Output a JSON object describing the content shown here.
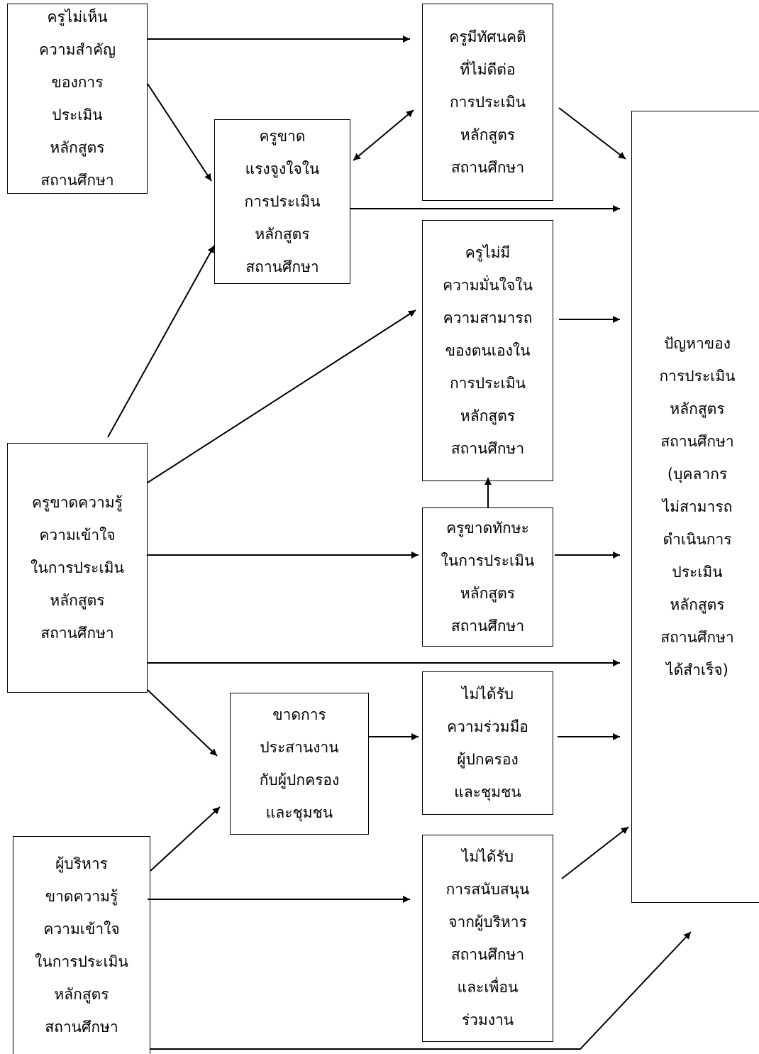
{
  "diagram": {
    "nodes": {
      "teacher_not_see_importance": "ครูไม่เห็น\nความสำคัญ\nของการ\nประเมิน\nหลักสูตร\nสถานศึกษา",
      "teacher_negative_attitude": "ครูมีทัศนคติ\nที่ไม่ดีต่อ\nการประเมิน\nหลักสูตร\nสถานศึกษา",
      "teacher_lack_motivation": "ครูขาด\nแรงจูงใจใน\nการประเมิน\nหลักสูตร\nสถานศึกษา",
      "teacher_no_confidence": "ครูไม่มี\nความมั่นใจใน\nความสามารถ\nของตนเองใน\nการประเมิน\nหลักสูตร\nสถานศึกษา",
      "problem": "ปัญหาของ\nการประเมิน\nหลักสูตร\nสถานศึกษา\n(บุคลากร\nไม่สามารถ\nดำเนินการ\nประเมิน\nหลักสูตร\nสถานศึกษา\nได้สำเร็จ)",
      "teacher_lack_knowledge": "ครูขาดความรู้\nความเข้าใจ\nในการประเมิน\nหลักสูตร\nสถานศึกษา",
      "teacher_lack_skill": "ครูขาดทักษะ\nในการประเมิน\nหลักสูตร\nสถานศึกษา",
      "lack_coordination": "ขาดการ\nประสานงาน\nกับผู้ปกครอง\nและชุมชน",
      "no_parent_cooperation": "ไม่ได้รับ\nความร่วมมือ\nผู้ปกครอง\nและชุมชน",
      "admin_lack_knowledge": "ผู้บริหาร\nขาดความรู้\nความเข้าใจ\nในการประเมิน\nหลักสูตร\nสถานศึกษา",
      "no_admin_support": "ไม่ได้รับ\nการสนับสนุน\nจากผู้บริหาร\nสถานศึกษา\nและเพื่อน\nร่วมงาน"
    },
    "edges": [
      {
        "from": "teacher_not_see_importance",
        "to": "teacher_negative_attitude",
        "arrow": "end"
      },
      {
        "from": "teacher_not_see_importance",
        "to": "teacher_lack_motivation",
        "arrow": "end"
      },
      {
        "from": "teacher_negative_attitude",
        "to": "teacher_lack_motivation",
        "arrow": "both"
      },
      {
        "from": "teacher_negative_attitude",
        "to": "problem",
        "arrow": "end"
      },
      {
        "from": "teacher_lack_motivation",
        "to": "problem",
        "arrow": "end"
      },
      {
        "from": "teacher_lack_knowledge",
        "to": "teacher_lack_motivation",
        "arrow": "end"
      },
      {
        "from": "teacher_lack_knowledge",
        "to": "teacher_no_confidence",
        "arrow": "end"
      },
      {
        "from": "teacher_no_confidence",
        "to": "problem",
        "arrow": "end"
      },
      {
        "from": "teacher_lack_knowledge",
        "to": "teacher_lack_skill",
        "arrow": "end"
      },
      {
        "from": "teacher_lack_skill",
        "to": "teacher_no_confidence",
        "arrow": "end"
      },
      {
        "from": "teacher_lack_skill",
        "to": "problem",
        "arrow": "end"
      },
      {
        "from": "teacher_lack_knowledge",
        "to": "problem",
        "arrow": "end"
      },
      {
        "from": "teacher_lack_knowledge",
        "to": "lack_coordination",
        "arrow": "end"
      },
      {
        "from": "lack_coordination",
        "to": "no_parent_cooperation",
        "arrow": "end"
      },
      {
        "from": "no_parent_cooperation",
        "to": "problem",
        "arrow": "end"
      },
      {
        "from": "admin_lack_knowledge",
        "to": "lack_coordination",
        "arrow": "end"
      },
      {
        "from": "admin_lack_knowledge",
        "to": "no_admin_support",
        "arrow": "end"
      },
      {
        "from": "no_admin_support",
        "to": "problem",
        "arrow": "end"
      },
      {
        "from": "admin_lack_knowledge",
        "to": "problem",
        "arrow": "end"
      }
    ]
  }
}
